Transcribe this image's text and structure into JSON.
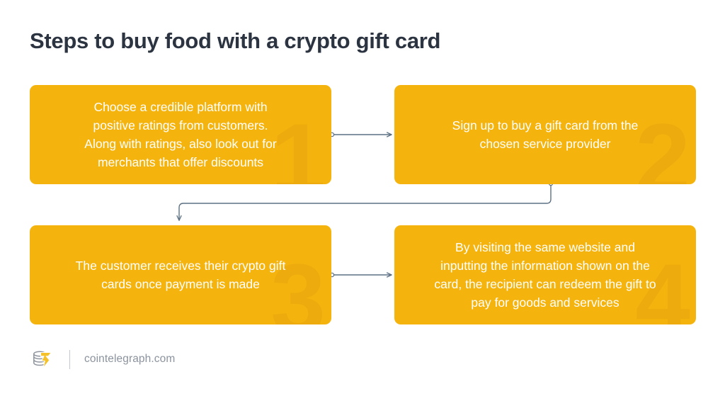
{
  "page": {
    "title": "Steps to buy food with a crypto gift card",
    "background_color": "#ffffff",
    "title_color": "#2b3440"
  },
  "theme": {
    "box_color": "#f5b30e",
    "watermark_color": "#eeab0d",
    "box_text_color": "#ffffff",
    "connector_color": "#5d7183",
    "footer_text_color": "#8b939e",
    "logo_bolt_color": "#f5c12b",
    "logo_coin_color": "#8e949d"
  },
  "diagram": {
    "type": "flowchart",
    "steps": [
      {
        "number": "1",
        "text": "Choose a credible platform with\npositive ratings from customers.\nAlong with ratings, also look out for\nmerchants that offer discounts"
      },
      {
        "number": "2",
        "text": "Sign up to buy a gift card from the\nchosen service provider"
      },
      {
        "number": "3",
        "text": "The customer receives their crypto gift\ncards once payment is made"
      },
      {
        "number": "4",
        "text": "By visiting the same website and\ninputting the information shown on the\ncard, the recipient can redeem the gift to\npay for goods and services"
      }
    ],
    "connections": [
      {
        "from": "1",
        "to": "2",
        "style": "straight-horizontal"
      },
      {
        "from": "2",
        "to": "3",
        "style": "elbow-down-left"
      },
      {
        "from": "3",
        "to": "4",
        "style": "straight-horizontal"
      }
    ]
  },
  "footer": {
    "brand": "cointelegraph.com",
    "logo_name": "cointelegraph-logo"
  }
}
